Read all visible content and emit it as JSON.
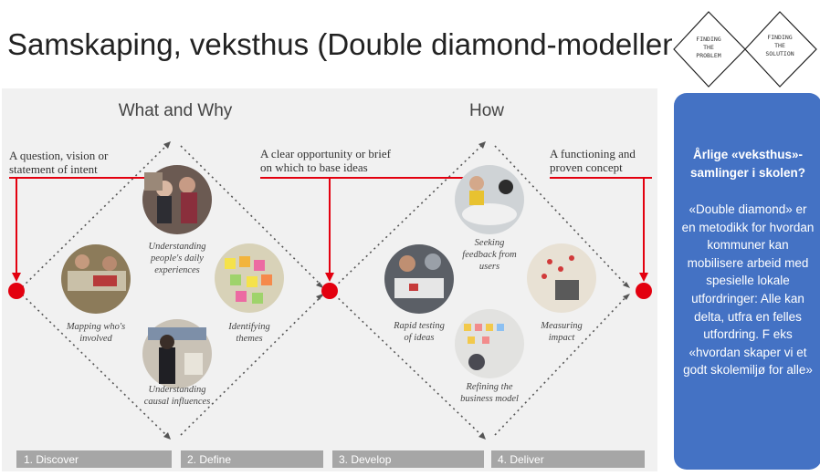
{
  "slide_title": "Samskaping, veksthus (Double diamond-modellen)",
  "diagram": {
    "header_left": "What and Why",
    "header_right": "How",
    "intro_1": [
      "A question, vision or",
      "statement of intent"
    ],
    "intro_2": [
      "A clear opportunity or brief",
      "on which to base ideas"
    ],
    "intro_3": [
      "A functioning and",
      "proven concept"
    ],
    "activities": {
      "daily": [
        "Understanding",
        "people's daily",
        "experiences"
      ],
      "mapping": [
        "Mapping who's",
        "involved"
      ],
      "themes": [
        "Identifying",
        "themes"
      ],
      "causal": [
        "Understanding",
        "causal influences"
      ],
      "feedback": [
        "Seeking",
        "feedback from",
        "users"
      ],
      "rapid": [
        "Rapid testing",
        "of ideas"
      ],
      "measuring": [
        "Measuring",
        "impact"
      ],
      "refining": [
        "Refining the",
        "business model"
      ]
    },
    "phases": [
      "1. Discover",
      "2. Define",
      "3. Develop",
      "4. Deliver"
    ],
    "colors": {
      "accent_red": "#e3000f",
      "phase_bar": "#a6a6a6",
      "panel_bg": "#f1f1f1"
    }
  },
  "sticker": {
    "left": [
      "FINDING",
      "THE",
      "PROBLEM"
    ],
    "right": [
      "FINDING",
      "THE",
      "SOLUTION"
    ]
  },
  "callout": {
    "heading": "Årlige «veksthus»-samlinger i skolen?",
    "body": "«Double diamond» er en metodikk for hvordan kommuner kan mobilisere arbeid med spesielle lokale utfordringer: Alle kan delta, utfra en felles utfordring. F eks «hvordan skaper vi et godt skolemiljø for alle»",
    "color": "#4472c4"
  }
}
